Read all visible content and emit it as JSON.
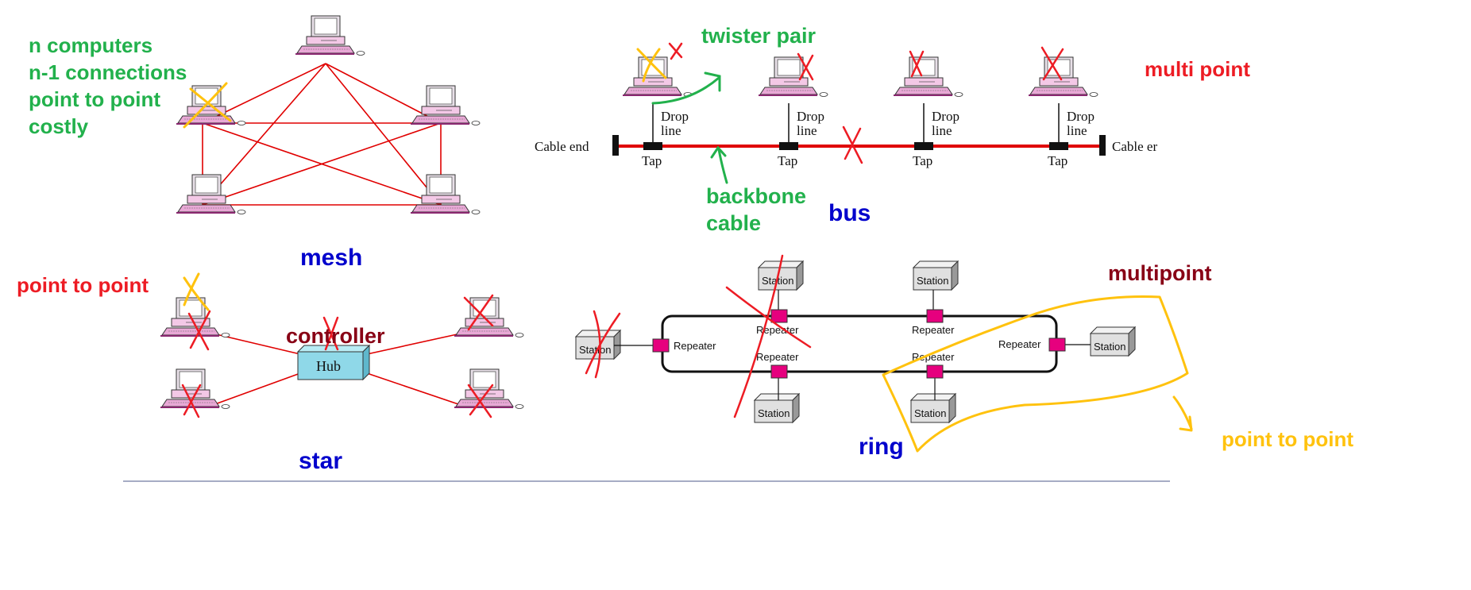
{
  "notes": {
    "mesh_lines": [
      "n computers",
      "n-1 connections",
      "point to point",
      "costly"
    ],
    "twister_pair": "twister pair",
    "multi_point": "multi point",
    "backbone": [
      "backbone",
      "cable"
    ],
    "point_to_point_left": "point to point",
    "controller": "controller",
    "multipoint": "multipoint",
    "point_to_point_right": "point to point"
  },
  "titles": {
    "mesh": "mesh",
    "bus": "bus",
    "star": "star",
    "ring": "ring"
  },
  "bus": {
    "cable_end_left": "Cable end",
    "cable_end_right": "Cable er",
    "tap_label": "Tap",
    "drop_line": [
      "Drop",
      "line"
    ]
  },
  "star": {
    "hub": "Hub"
  },
  "ring": {
    "station": "Station",
    "repeater": "Repeater"
  },
  "colors": {
    "annotation_green": "#22b14c",
    "annotation_red": "#ed1c24",
    "annotation_darkred": "#880015",
    "annotation_yellow": "#ffc20e",
    "title_blue": "#0000cc",
    "cable_red": "#e00000",
    "repeater_pink": "#e6007e",
    "hub_cyan": "#8fd8e8"
  }
}
